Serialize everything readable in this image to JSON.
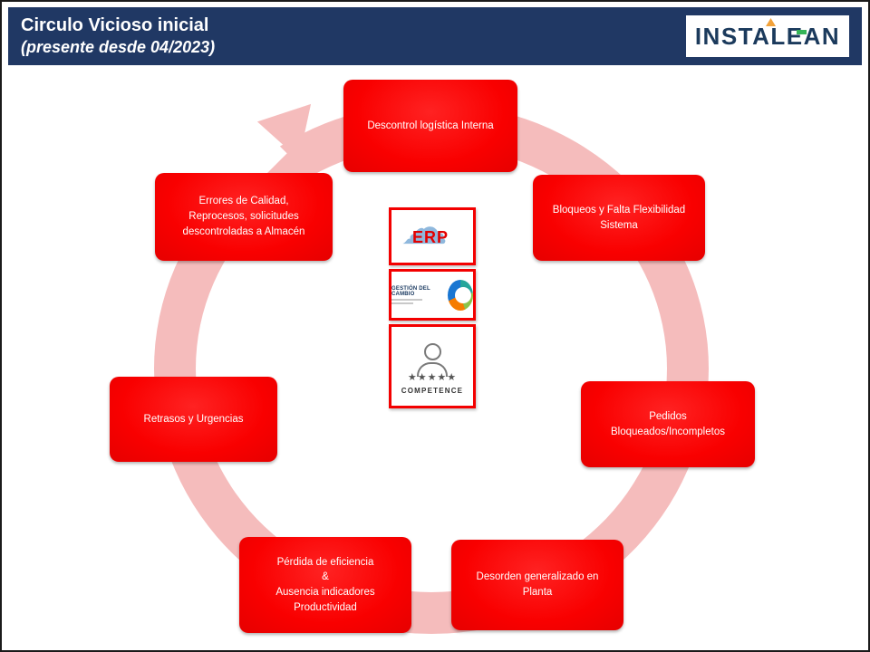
{
  "slide": {
    "title_line1": "Circulo Vicioso inicial",
    "title_line2": "(presente desde 04/2023)"
  },
  "logo": {
    "text": "INSTALEAN"
  },
  "colors": {
    "header_bg": "#203864",
    "node_red": "#f90000",
    "ring_pink": "#f5bcbc",
    "logo_navy": "#1b3a5c",
    "badge_border_red": "#f30000"
  },
  "diagram": {
    "type": "cycle",
    "direction": "clockwise",
    "nodes": [
      {
        "position": "top",
        "label": "Descontrol logística Interna"
      },
      {
        "position": "upper-right",
        "label": "Bloqueos y Falta Flexibilidad\nSistema"
      },
      {
        "position": "right",
        "label": "Pedidos\nBloqueados/Incompletos"
      },
      {
        "position": "bottom-right",
        "label": "Desorden generalizado en\nPlanta"
      },
      {
        "position": "bottom-left",
        "label": "Pérdida de eficiencia\n&\nAusencia indicadores\nProductividad"
      },
      {
        "position": "left",
        "label": "Retrasos y Urgencias"
      },
      {
        "position": "upper-left",
        "label": "Errores de Calidad,\nReprocesos, solicitudes\ndescontroladas a Almacén"
      }
    ],
    "center_badges": [
      {
        "label": "ERP",
        "icon": "cloud-icon"
      },
      {
        "label": "GESTIÓN DEL CAMBIO",
        "icon": "circular-arrows-icon"
      },
      {
        "label": "COMPETENCE",
        "icon": "person-icon",
        "stars": "★★★★★"
      }
    ]
  }
}
